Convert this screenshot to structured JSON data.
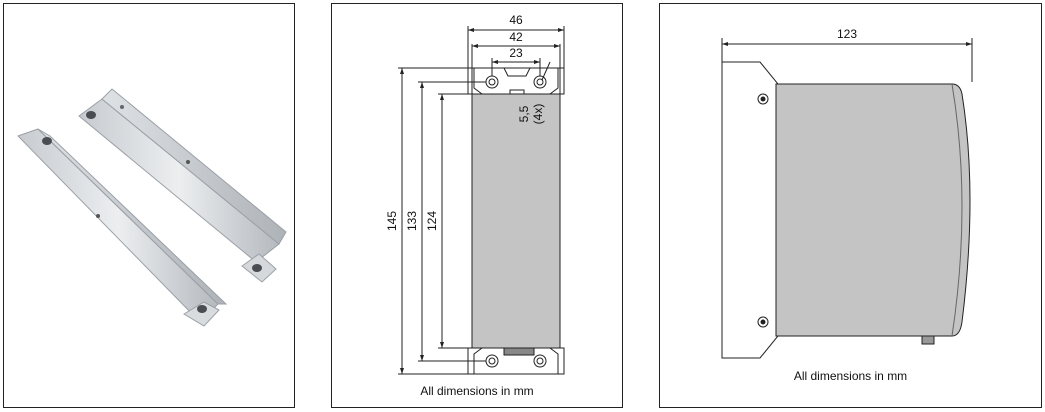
{
  "panels": {
    "photo": {},
    "front_drawing": {
      "dim_width_outer": "46",
      "dim_width_mid": "42",
      "dim_width_inner": "23",
      "dim_height_outer": "145",
      "dim_height_mid": "133",
      "dim_height_inner": "124",
      "hole_size": "5,5",
      "hole_count": "(4x)",
      "caption": "All dimensions in mm"
    },
    "side_drawing": {
      "dim_depth": "123",
      "caption": "All dimensions in mm"
    }
  },
  "colors": {
    "housing_fill": "#c4c4c4",
    "bracket_light": "#e4e6e8",
    "bracket_dark": "#b9bdc1"
  }
}
